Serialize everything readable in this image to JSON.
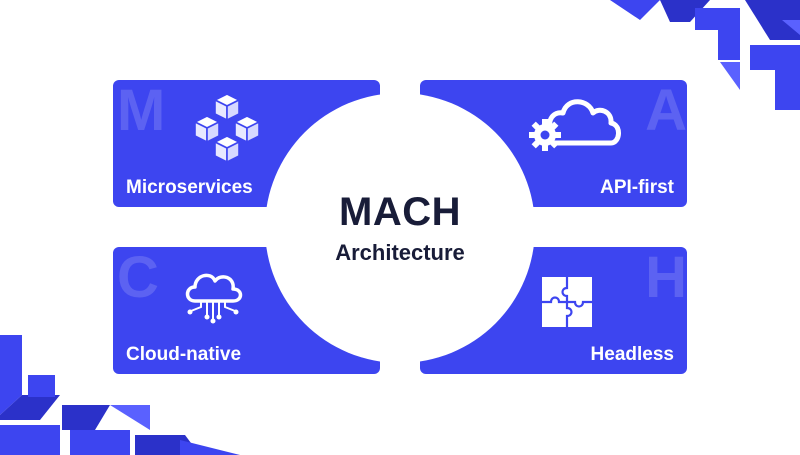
{
  "center": {
    "title": "MACH",
    "subtitle": "Architecture"
  },
  "cards": [
    {
      "letter": "M",
      "label": "Microservices",
      "icon": "cubes-icon"
    },
    {
      "letter": "A",
      "label": "API-first",
      "icon": "cloud-gear-icon"
    },
    {
      "letter": "C",
      "label": "Cloud-native",
      "icon": "cloud-network-icon"
    },
    {
      "letter": "H",
      "label": "Headless",
      "icon": "puzzle-icon"
    }
  ],
  "colors": {
    "accent": "#3d45f0",
    "dark": "#181c38",
    "background": "#ffffff"
  }
}
